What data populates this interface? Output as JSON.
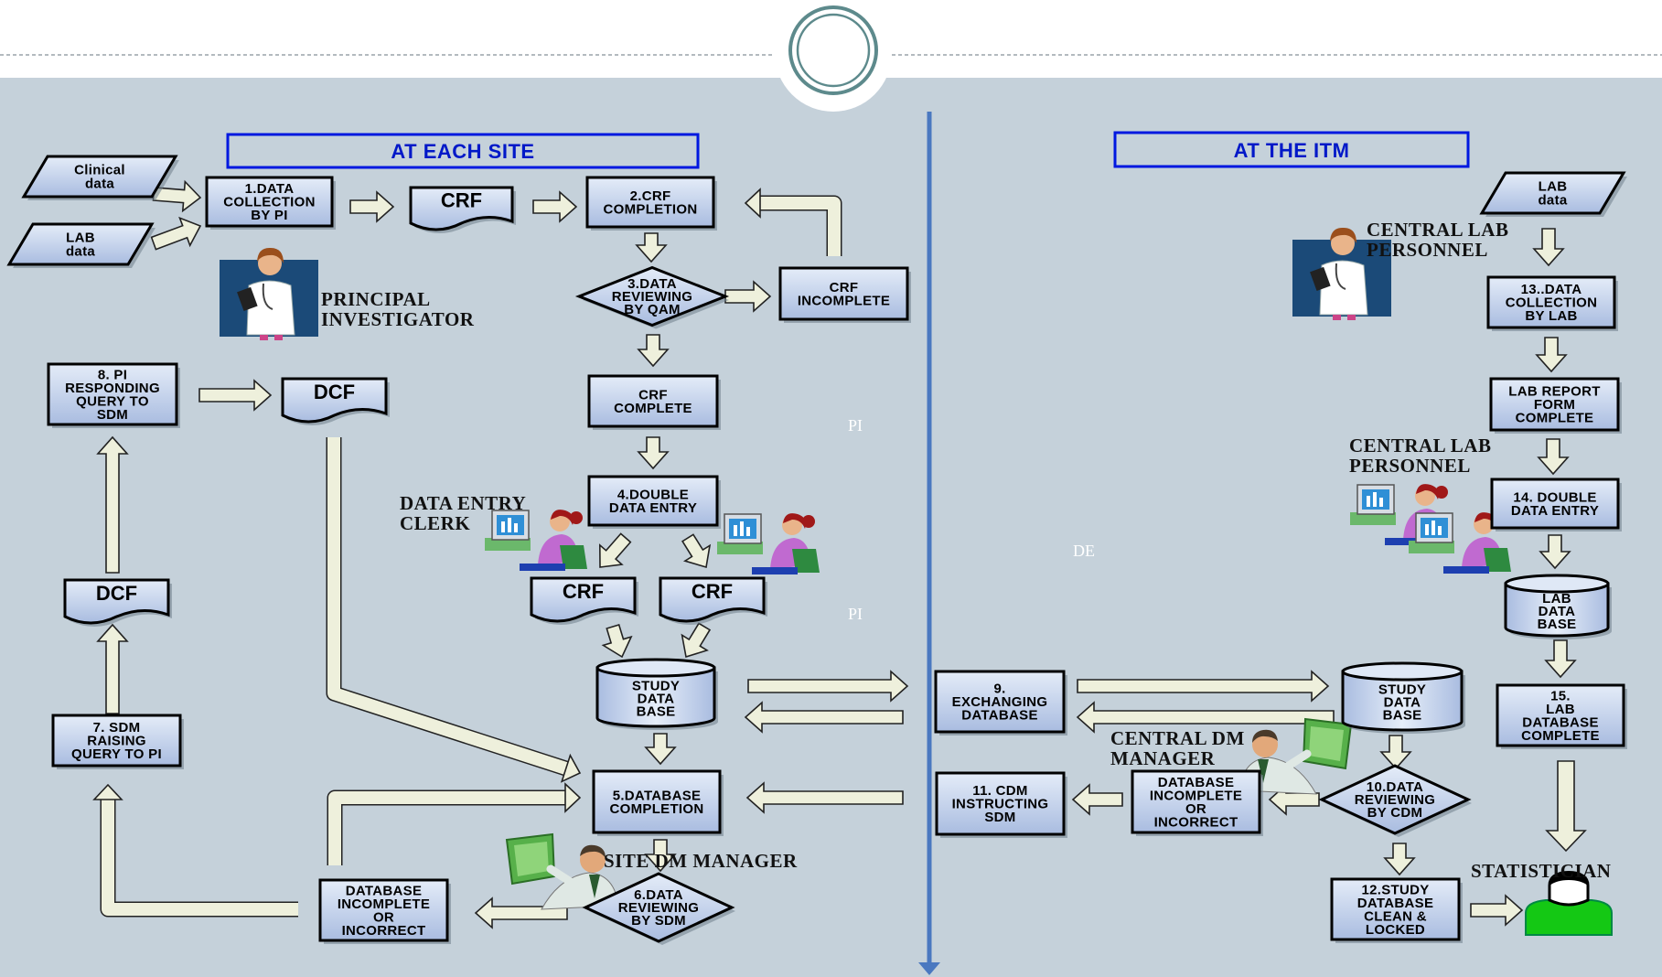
{
  "headers": {
    "left": "AT EACH SITE",
    "right": "AT THE ITM"
  },
  "inputs": {
    "clinical": [
      "Clinical",
      "data"
    ],
    "lab_left": [
      "LAB",
      "data"
    ],
    "lab_right": [
      "LAB",
      "data"
    ]
  },
  "nodes": {
    "n1": [
      "1.DATA",
      "COLLECTION",
      "BY PI"
    ],
    "crf_doc": "CRF",
    "n2": [
      "2.CRF",
      "COMPLETION"
    ],
    "n3": [
      "3.DATA",
      "REVIEWING",
      "BY QAM"
    ],
    "crf_incomplete": [
      "CRF",
      "INCOMPLETE"
    ],
    "crf_complete": [
      "CRF",
      "COMPLETE"
    ],
    "n4": [
      "4.DOUBLE",
      "DATA ENTRY"
    ],
    "crf_a": "CRF",
    "crf_b": "CRF",
    "study_db_left": [
      "STUDY",
      "DATA",
      "BASE"
    ],
    "n5": [
      "5.DATABASE",
      "COMPLETION"
    ],
    "n6": [
      "6.DATA",
      "REVIEWING",
      "BY SDM"
    ],
    "db_incomplete_left": [
      "DATABASE",
      "INCOMPLETE",
      "OR",
      "INCORRECT"
    ],
    "n7": [
      "7. SDM",
      "RAISING",
      "QUERY TO PI"
    ],
    "dcf_left": "DCF",
    "n8": [
      "8. PI",
      "RESPONDING",
      "QUERY TO",
      "SDM"
    ],
    "dcf_top": "DCF",
    "n9": [
      "9.",
      "EXCHANGING",
      "DATABASE"
    ],
    "study_db_right": [
      "STUDY",
      "DATA",
      "BASE"
    ],
    "n10": [
      "10.DATA",
      "REVIEWING",
      "BY CDM"
    ],
    "db_incomplete_right": [
      "DATABASE",
      "INCOMPLETE",
      "OR",
      "INCORRECT"
    ],
    "n11": [
      "11. CDM",
      "INSTRUCTING",
      "SDM"
    ],
    "n12": [
      "12.STUDY",
      "DATABASE",
      "CLEAN &",
      "LOCKED"
    ],
    "n13": [
      "13..DATA",
      "COLLECTION",
      "BY LAB"
    ],
    "lab_report": [
      "LAB REPORT",
      "FORM",
      "COMPLETE"
    ],
    "n14": [
      "14. DOUBLE",
      "DATA ENTRY"
    ],
    "lab_db": [
      "LAB",
      "DATA",
      "BASE"
    ],
    "n15": [
      "15.",
      "LAB",
      "DATABASE",
      "COMPLETE"
    ]
  },
  "roles": {
    "pi": [
      "PRINCIPAL",
      "INVESTIGATOR"
    ],
    "dec": [
      "DATA ENTRY",
      "CLERK"
    ],
    "sdm": "SITE DM MANAGER",
    "clp1": [
      "CENTRAL LAB",
      "PERSONNEL"
    ],
    "clp2": [
      "CENTRAL LAB",
      "PERSONNEL"
    ],
    "cdm": [
      "CENTRAL DM",
      "MANAGER"
    ],
    "stat": "STATISTICIAN"
  },
  "faint_labels": {
    "pi_a": "PI",
    "pi_b": "PI",
    "de": "DE"
  },
  "colors": {
    "bg": "#c5d1da",
    "box_fill": "#bccbe8",
    "box_stroke": "#000000",
    "arrow_fill": "#eef0dc",
    "divider": "#4a78c0",
    "header_stroke": "#0018e0",
    "header_text": "#0018c8"
  }
}
